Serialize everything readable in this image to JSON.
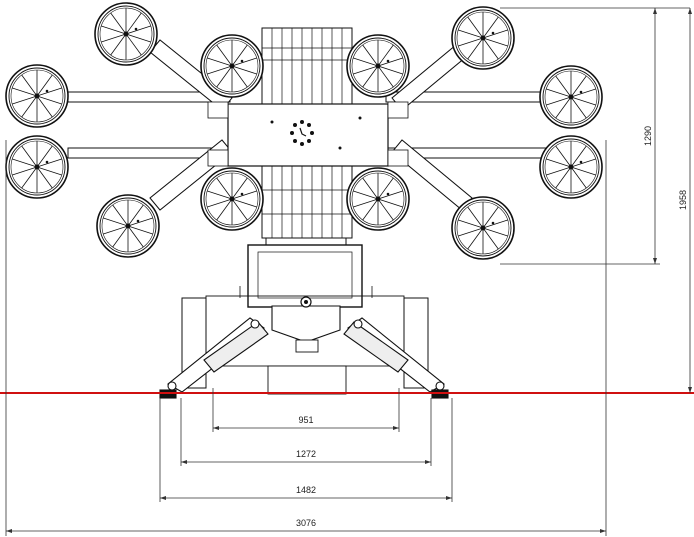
{
  "dimensions": {
    "d951": "951",
    "d1272": "1272",
    "d1482": "1482",
    "d3076": "3076",
    "d1290": "1290",
    "d1958": "1958"
  },
  "colors": {
    "line": "#111111",
    "reference_line": "#d01010",
    "fill": "#ffffff",
    "shade": "#d8d8d8"
  }
}
